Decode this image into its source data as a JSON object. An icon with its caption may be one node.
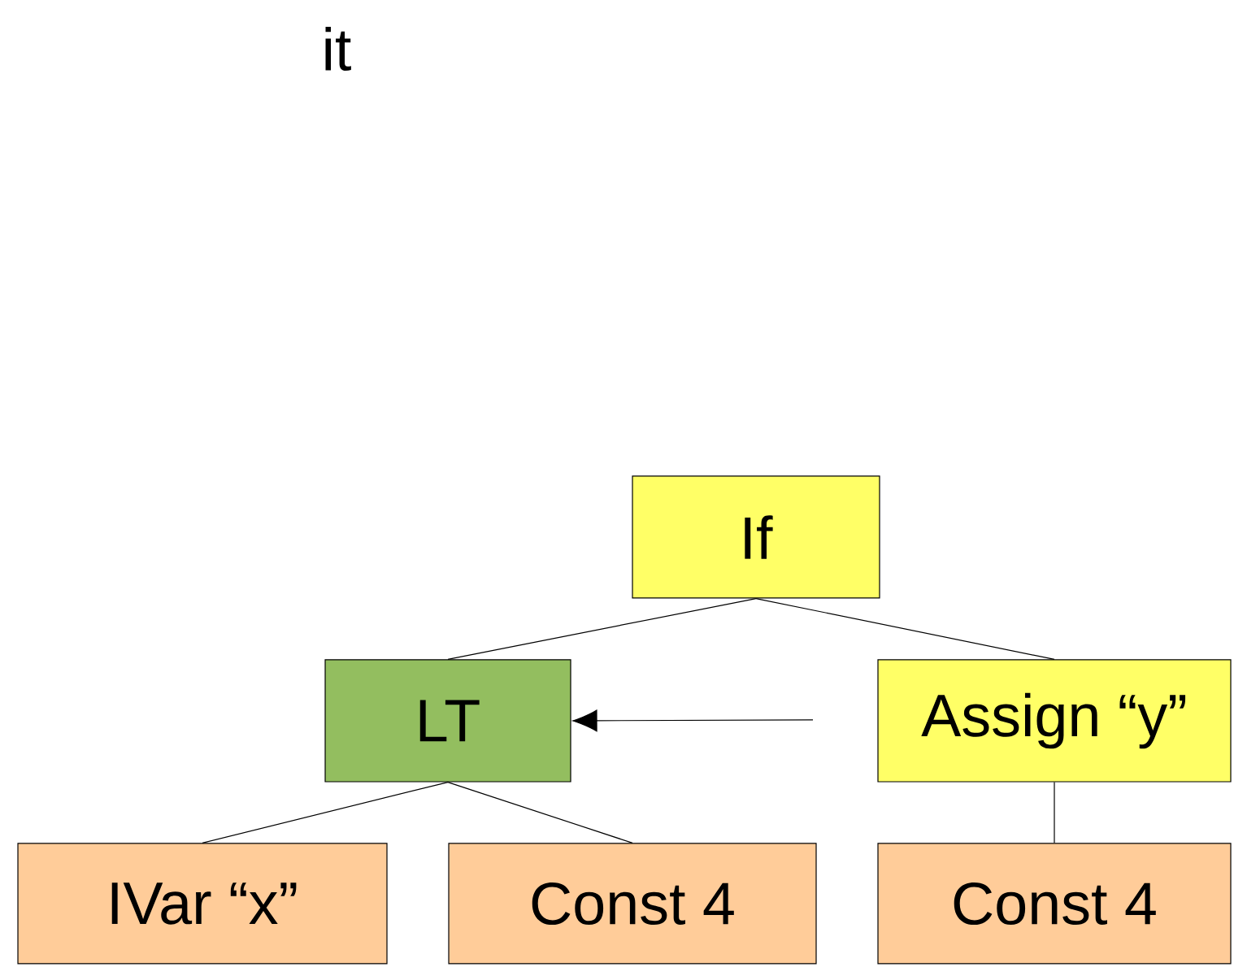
{
  "diagram": {
    "nodes": [
      {
        "text": [
          "If"
        ]
      },
      {
        "text": [
          "LT"
        ]
      },
      {
        "text": [
          "Assign “y”"
        ]
      },
      {
        "text": [
          "IVar “x”"
        ]
      },
      {
        "text": [
          "Const 4"
        ]
      },
      {
        "text": [
          "Const 4"
        ]
      }
    ],
    "edges": [
      {
        "from": 0,
        "to": 1,
        "arrow": "none"
      },
      {
        "from": 0,
        "to": 2,
        "arrow": "none"
      },
      {
        "from": 1,
        "to": 3,
        "arrow": "none"
      },
      {
        "from": 1,
        "to": 4,
        "arrow": "none"
      },
      {
        "from": 2,
        "to": 5,
        "arrow": "none"
      },
      {
        "from": null,
        "to": 1,
        "arrow": "to"
      }
    ],
    "labels": [
      "it"
    ]
  }
}
